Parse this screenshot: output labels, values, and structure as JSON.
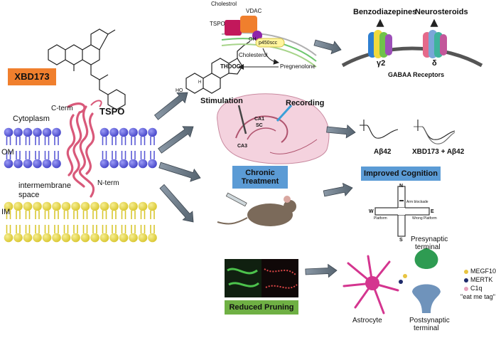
{
  "compound": {
    "name": "XBD173"
  },
  "membrane": {
    "cytoplasm": "Cytoplasm",
    "c_term": "C-term",
    "tspo": "TSPO",
    "om": "OM",
    "n_term": "N-term",
    "intermembrane_line1": "intermembrane",
    "intermembrane_line2": "space",
    "im": "IM"
  },
  "steroid_pathway": {
    "cholestrol_label": "Cholestrol",
    "vdac": "VDAC",
    "tspo": "TSPO",
    "cholesterol": "Cholesterol",
    "p450scc": "p450scc",
    "thdoc": "THDOC",
    "pregnenolone": "Pregnenolone",
    "ho": "HO",
    "oh": "OH",
    "h": "H"
  },
  "gabaa": {
    "benzodiazepines": "Benzodiazepines",
    "neurosteroids": "Neurosteroids",
    "gamma2": "γ2",
    "delta": "δ",
    "receptors": "GABAA Receptors"
  },
  "hippocampus": {
    "stimulation": "Stimulation",
    "recording": "Recording",
    "ca1": "CA1",
    "sc": "SC",
    "ca3": "CA3"
  },
  "traces": {
    "left_label": "Aβ42",
    "right_label": "XBD173 + Aβ42"
  },
  "chronic_treatment": {
    "line1": "Chronic",
    "line2": "Treatment"
  },
  "improved_cognition": "Improved Cognition",
  "maze": {
    "n": "N",
    "s": "S",
    "e": "E",
    "w": "W",
    "arm_blockade": "Arm blockade",
    "platform": "Platform",
    "wrong_platform": "Wrong Platform"
  },
  "reduced_pruning": "Reduced Pruning",
  "synapse": {
    "presynaptic_line1": "Presynaptic",
    "presynaptic_line2": "terminal",
    "postsynaptic_line1": "Postsynaptic",
    "postsynaptic_line2": "terminal",
    "astrocyte": "Astrocyte"
  },
  "legend": {
    "megf10": "MEGF10",
    "mertk": "MERTK",
    "c1q": "C1q",
    "eat_me": "\"eat me tag\""
  },
  "colors": {
    "xbd173_box": "#f07f2d",
    "chronic_box": "#5b9bd5",
    "cognition_box": "#5b9bd5",
    "pruning_box": "#6fb044",
    "outer_membrane": "#5a5ad6",
    "inner_membrane": "#e6d84a",
    "tspo": "#d9597a",
    "astrocyte": "#d4358f",
    "presynaptic": "#2e9b52",
    "postsynaptic": "#6f93bb",
    "megf10": "#e8c441",
    "mertk": "#1e2a6b",
    "c1q": "#e7a3bd"
  }
}
